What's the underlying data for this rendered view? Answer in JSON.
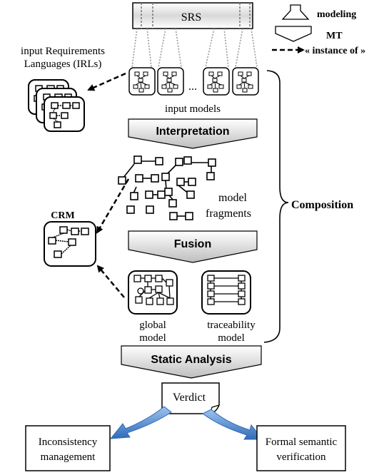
{
  "legend": {
    "modeling": "modeling",
    "mt": "MT",
    "instance_of": "« instance of »"
  },
  "srs": {
    "label": "SRS"
  },
  "input_models": {
    "label": "input models",
    "ellipsis": "..."
  },
  "irl": {
    "line1": "input Requirements",
    "line2": "Languages (IRLs)"
  },
  "steps": {
    "interpretation": "Interpretation",
    "fusion": "Fusion",
    "static_analysis": "Static Analysis"
  },
  "fragments": {
    "line1": "model",
    "line2": "fragments"
  },
  "crm": {
    "label": "CRM"
  },
  "global_model": {
    "line1": "global",
    "line2": "model"
  },
  "traceability_model": {
    "line1": "traceability",
    "line2": "model"
  },
  "composition": {
    "label": "Composition"
  },
  "verdict": {
    "label": "Verdict"
  },
  "outputs": {
    "inconsistency_line1": "Inconsistency",
    "inconsistency_line2": "management",
    "formal_line1": "Formal semantic",
    "formal_line2": "verification"
  },
  "colors": {
    "arrow_blue": "#2f6bb7",
    "grad_light": "#ffffff",
    "grad_dark": "#b8b8b8"
  }
}
